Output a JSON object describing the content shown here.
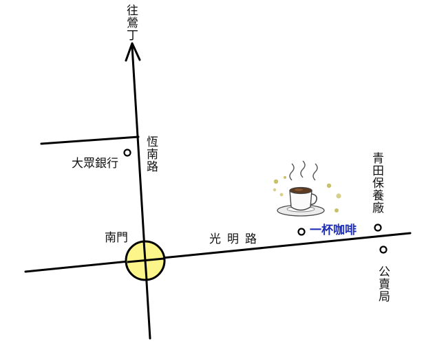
{
  "labels": {
    "north_direction": "往鶯丁",
    "hengnan_road": "恆南路",
    "bank": "大眾銀行",
    "south_gate": "南門",
    "guangming_road": "光明路",
    "cafe": "一杯咖啡",
    "factory": "青田保養廠",
    "office": "公賣局"
  },
  "icons": {
    "north_arrow": "up-arrow-icon",
    "roundabout": "roundabout-icon",
    "poi_marker": "circle-marker-icon",
    "cafe": "coffee-cup-icon"
  },
  "colors": {
    "roundabout_fill": "#fbf58a",
    "cafe_text": "#1f2fb5",
    "road": "#000000"
  }
}
